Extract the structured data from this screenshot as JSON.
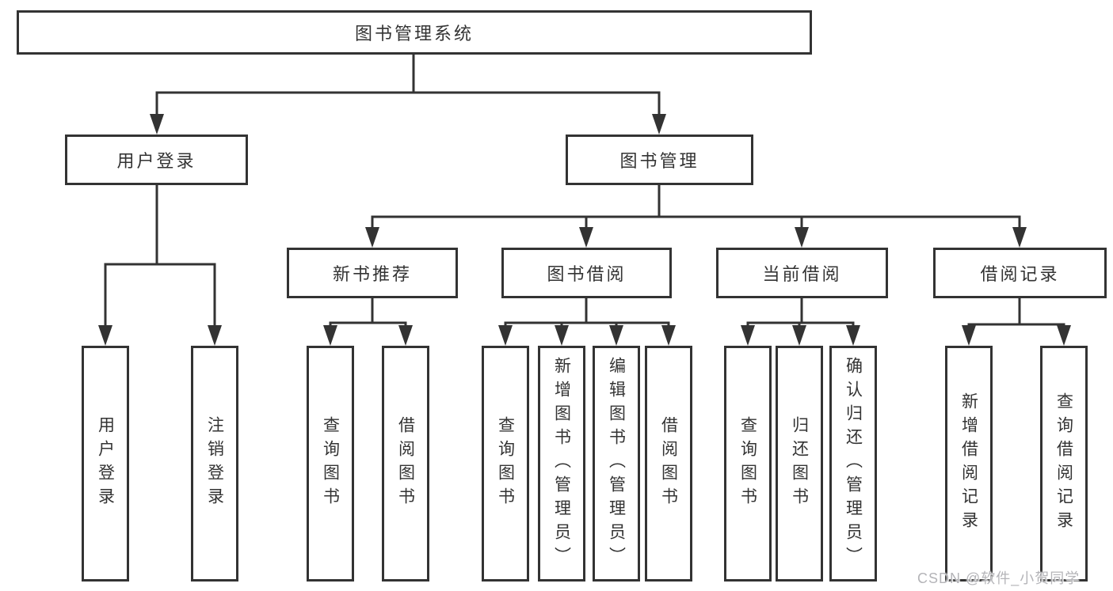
{
  "diagram": {
    "root": {
      "label": "图书管理系统",
      "children": [
        {
          "label": "用户登录",
          "children": [
            {
              "label": "用户登录"
            },
            {
              "label": "注销登录"
            }
          ]
        },
        {
          "label": "图书管理",
          "children": [
            {
              "label": "新书推荐",
              "children": [
                {
                  "label": "查询图书"
                },
                {
                  "label": "借阅图书"
                }
              ]
            },
            {
              "label": "图书借阅",
              "children": [
                {
                  "label": "查询图书"
                },
                {
                  "label": "新增图书（管理员）"
                },
                {
                  "label": "编辑图书（管理员）"
                },
                {
                  "label": "借阅图书"
                }
              ]
            },
            {
              "label": "当前借阅",
              "children": [
                {
                  "label": "查询图书"
                },
                {
                  "label": "归还图书"
                },
                {
                  "label": "确认归还（管理员）"
                }
              ]
            },
            {
              "label": "借阅记录",
              "children": [
                {
                  "label": "新增借阅记录"
                },
                {
                  "label": "查询借阅记录"
                }
              ]
            }
          ]
        }
      ]
    }
  },
  "watermark": {
    "text": "CSDN @软件_小贺同学"
  },
  "colors": {
    "line": "#333333",
    "text": "#333333",
    "background": "#ffffff",
    "watermark": "#b4b4b8"
  }
}
